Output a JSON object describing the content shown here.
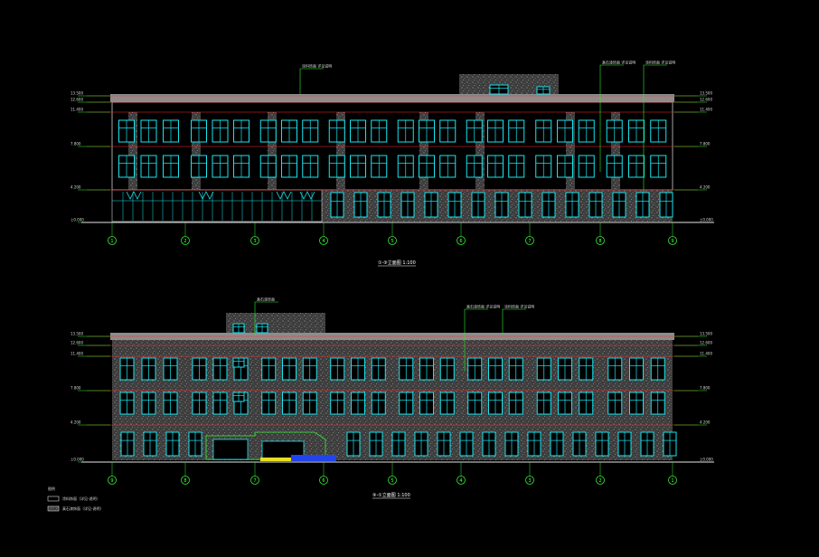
{
  "colors": {
    "background": "#000000",
    "facade_hatch": "#4a4a4a",
    "roof_band": "#8c8c8c",
    "window_frame": "#18e6f0",
    "level_line": "#ff2a2a",
    "leader_line": "#2ef02e",
    "axis_bubble": "#2ef02e",
    "entrance_canopy": "#2ef02e",
    "entrance_steps": "#2244ee",
    "entrance_ramp": "#e8e020"
  },
  "legend": {
    "title": "图例",
    "items": [
      {
        "text": "涂料饰面（详见-说明）",
        "kind": "outline"
      },
      {
        "text": "真石漆饰面（详见-说明）",
        "kind": "hatch"
      }
    ]
  },
  "elevations": [
    {
      "id": "top",
      "title": "①-⑨立面图 1:100",
      "axis_labels": [
        "1",
        "2",
        "3",
        "4",
        "5",
        "6",
        "7",
        "8",
        "9"
      ],
      "annotations": [
        "涂料饰面 详见说明",
        "真石漆饰面 详见说明",
        "涂料饰面 详见说明"
      ],
      "level_labels": [
        "±0.000",
        "4.200",
        "7.800",
        "11.400",
        "12.600",
        "13.500"
      ]
    },
    {
      "id": "bottom",
      "title": "⑨-①立面图 1:100",
      "axis_labels": [
        "9",
        "8",
        "7",
        "6",
        "5",
        "4",
        "3",
        "2",
        "1"
      ],
      "annotations": [
        "真石漆饰面 详见说明",
        "涂料饰面 详见说明",
        "真石漆饰面"
      ],
      "level_labels": [
        "±0.000",
        "4.200",
        "7.800",
        "11.400",
        "12.600",
        "13.500"
      ]
    }
  ]
}
